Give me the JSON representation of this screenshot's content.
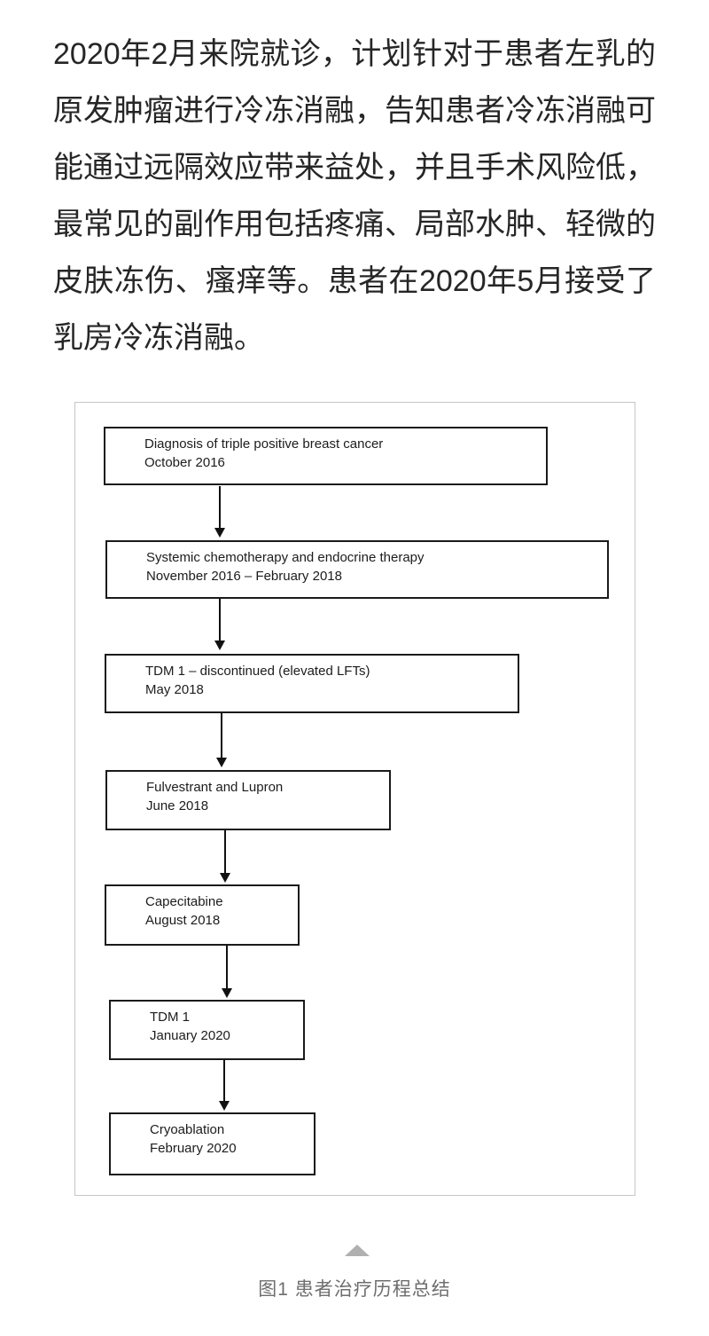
{
  "article": {
    "paragraph_lines": [
      "2020年2月来院就诊，计划针对于患者左乳的",
      "原发肿瘤进行冷冻消融，告知患者冷冻消融可",
      "能通过远隔效应带来益处，并且手术风险低，",
      "最常见的副作用包括疼痛、局部水肿、轻微的",
      "皮肤冻伤、瘙痒等。患者在2020年5月接受了",
      "乳房冷冻消融。"
    ]
  },
  "figure": {
    "type": "flowchart",
    "direction": "top-down",
    "boxes": [
      {
        "title": "Diagnosis of triple positive breast cancer",
        "date": "October 2016"
      },
      {
        "title": "Systemic chemotherapy and endocrine therapy",
        "date": "November 2016 – February 2018"
      },
      {
        "title": "TDM 1 – discontinued (elevated LFTs)",
        "date": "May 2018"
      },
      {
        "title": "Fulvestrant and Lupron",
        "date": "June 2018"
      },
      {
        "title": "Capecitabine",
        "date": "August 2018"
      },
      {
        "title": "TDM 1",
        "date": "January 2020"
      },
      {
        "title": "Cryoablation",
        "date": "February 2020"
      }
    ]
  },
  "caption": {
    "icon": "triangle-up",
    "text": "图1 患者治疗历程总结"
  },
  "colors": {
    "body_text": "#262626",
    "box_border": "#1a1a1a",
    "box_text": "#1c1c1c",
    "figure_border": "#c6c6c6",
    "arrow": "#111111",
    "caption_text": "#6e6e6e",
    "triangle": "#b0b0b0",
    "background": "#ffffff"
  }
}
